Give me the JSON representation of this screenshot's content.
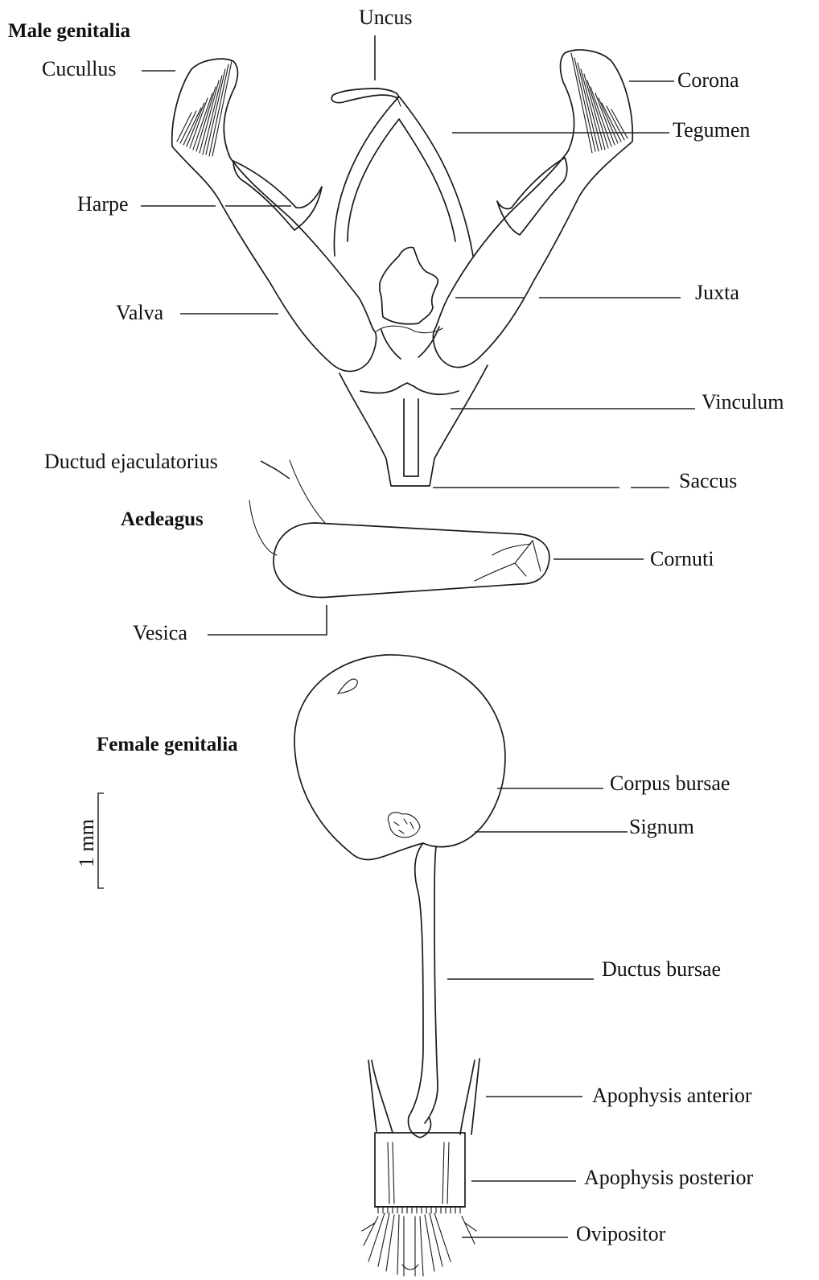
{
  "headings": {
    "male": "Male genitalia",
    "aedeagus": "Aedeagus",
    "female": "Female genitalia"
  },
  "labels": {
    "uncus": "Uncus",
    "cucullus": "Cucullus",
    "corona": "Corona",
    "tegumen": "Tegumen",
    "harpe": "Harpe",
    "juxta": "Juxta",
    "valva": "Valva",
    "vinculum": "Vinculum",
    "ductus_ejaculatorius": "Ductud ejaculatorius",
    "saccus": "Saccus",
    "cornuti": "Cornuti",
    "vesica": "Vesica",
    "corpus_bursae": "Corpus bursae",
    "signum": "Signum",
    "ductus_bursae": "Ductus bursae",
    "apophysis_anterior": "Apophysis anterior",
    "apophysis_posterior": "Apophysis posterior",
    "ovipositor": "Ovipositor"
  },
  "scale_bar": {
    "label": "1 mm"
  }
}
